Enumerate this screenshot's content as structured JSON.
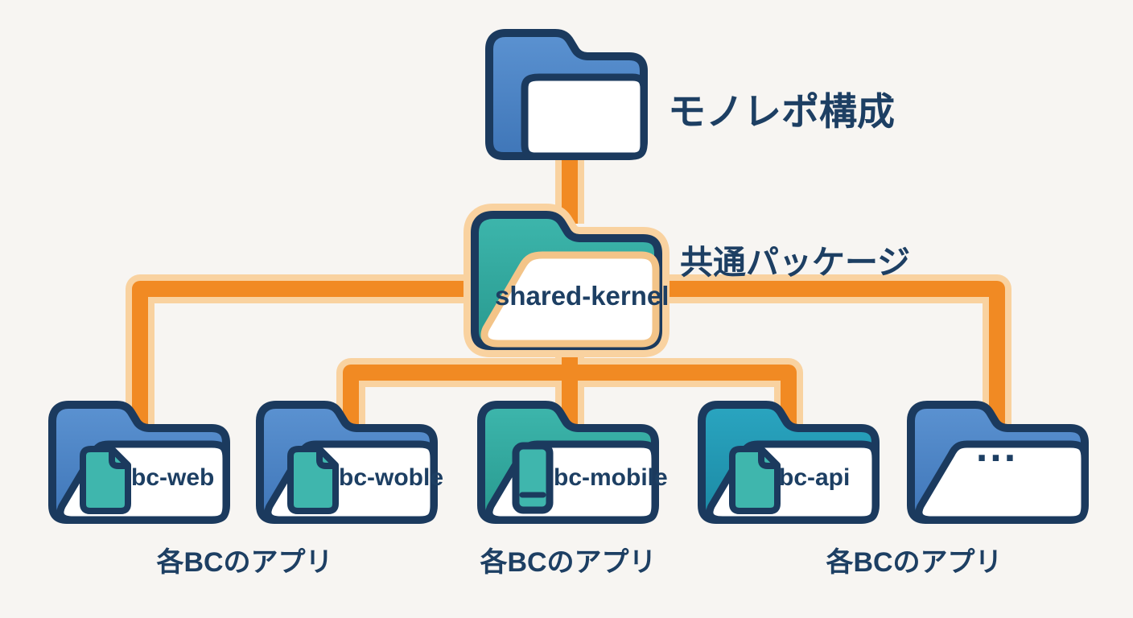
{
  "diagram_title": "モノレポ構成",
  "root_folder": {
    "label": "モノレポ構成"
  },
  "shared_package": {
    "folder_name": "shared-kernel",
    "label": "共通パッケージ"
  },
  "app_folders": [
    {
      "name": "bc-web",
      "icon": "document-icon",
      "color": "blue"
    },
    {
      "name": "bc-woble",
      "icon": "document-icon",
      "color": "blue"
    },
    {
      "name": "bc-mobile",
      "icon": "phone-icon",
      "color": "teal"
    },
    {
      "name": "bc-api",
      "icon": "document-icon",
      "color": "cyan"
    },
    {
      "name": "...",
      "icon": "none",
      "color": "blue"
    }
  ],
  "group_labels": [
    {
      "label": "各BCのアプリ"
    },
    {
      "label": "各BCのアプリ"
    },
    {
      "label": "各BCのアプリ"
    }
  ],
  "colors": {
    "background": "#f7f5f2",
    "outline_navy": "#1b3a5e",
    "text_navy": "#1d3f63",
    "folder_blue": "#4c85c7",
    "folder_teal": "#31a8a0",
    "folder_cyan": "#2295b2",
    "document_teal": "#3fb6ad",
    "connector_orange": "#f18a23",
    "connector_glow": "#f9d2a0",
    "shared_panel_border": "#f3c488",
    "panel_white": "#ffffff"
  }
}
